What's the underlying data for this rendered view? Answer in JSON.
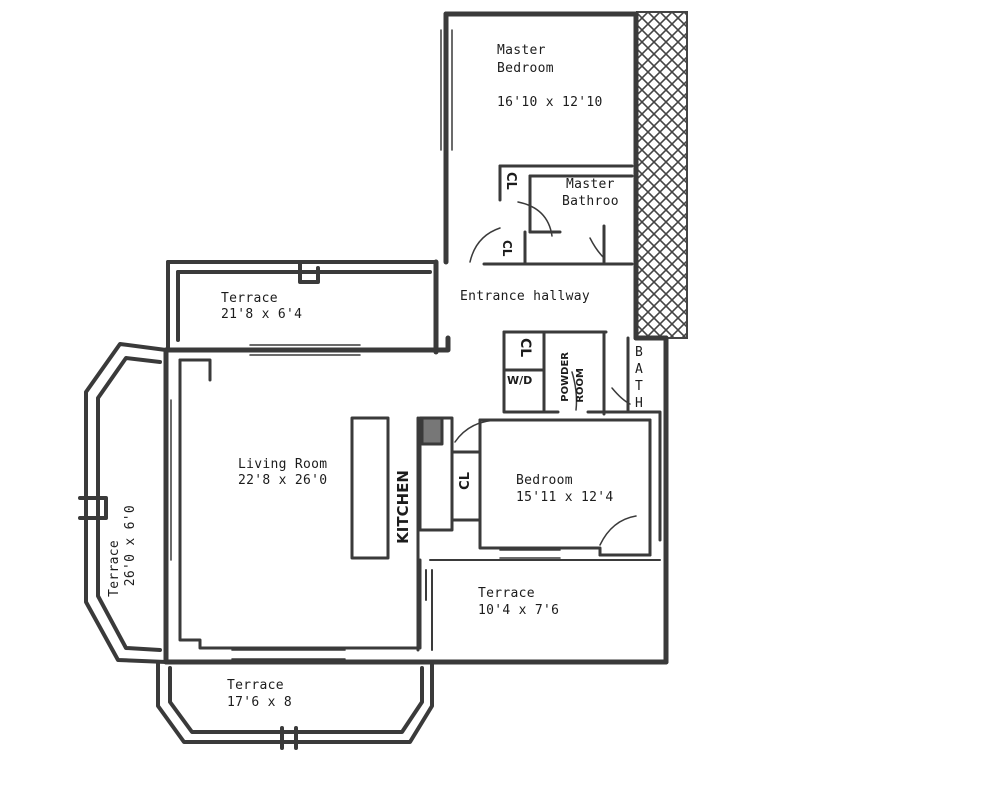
{
  "rooms": {
    "master_bedroom": {
      "name_line1": "Master",
      "name_line2": "Bedroom",
      "dims": "16'10 x 12'10"
    },
    "master_bathroom": {
      "name_line1": "Master",
      "name_line2": "Bathroo"
    },
    "entrance_hallway": {
      "name": "Entrance hallway"
    },
    "terrace_north": {
      "name": "Terrace",
      "dims": "21'8 x 6'4"
    },
    "living_room": {
      "name": "Living Room",
      "dims": "22'8 x 26'0"
    },
    "kitchen": {
      "name": "KITCHEN"
    },
    "bedroom": {
      "name": "Bedroom",
      "dims": "15'11 x 12'4"
    },
    "terrace_east": {
      "name": "Terrace",
      "dims": "10'4 x 7'6"
    },
    "terrace_south": {
      "name": "Terrace",
      "dims": "17'6 x 8"
    },
    "terrace_west": {
      "name": "Terrace",
      "dims": "26'0 x 6'0"
    },
    "bath": {
      "letters": [
        "B",
        "A",
        "T",
        "H"
      ]
    },
    "powder_room": {
      "name_line1": "POWDER",
      "name_line2": "ROOM"
    },
    "closets": {
      "cl_upper": "CL",
      "cl_lower": "CL",
      "cl_hall": "CL",
      "cl_kitchen": "CL",
      "wd": "W/D"
    }
  },
  "colors": {
    "wall": "#3a3a3a",
    "hatch": "#444444",
    "background": "#ffffff"
  }
}
